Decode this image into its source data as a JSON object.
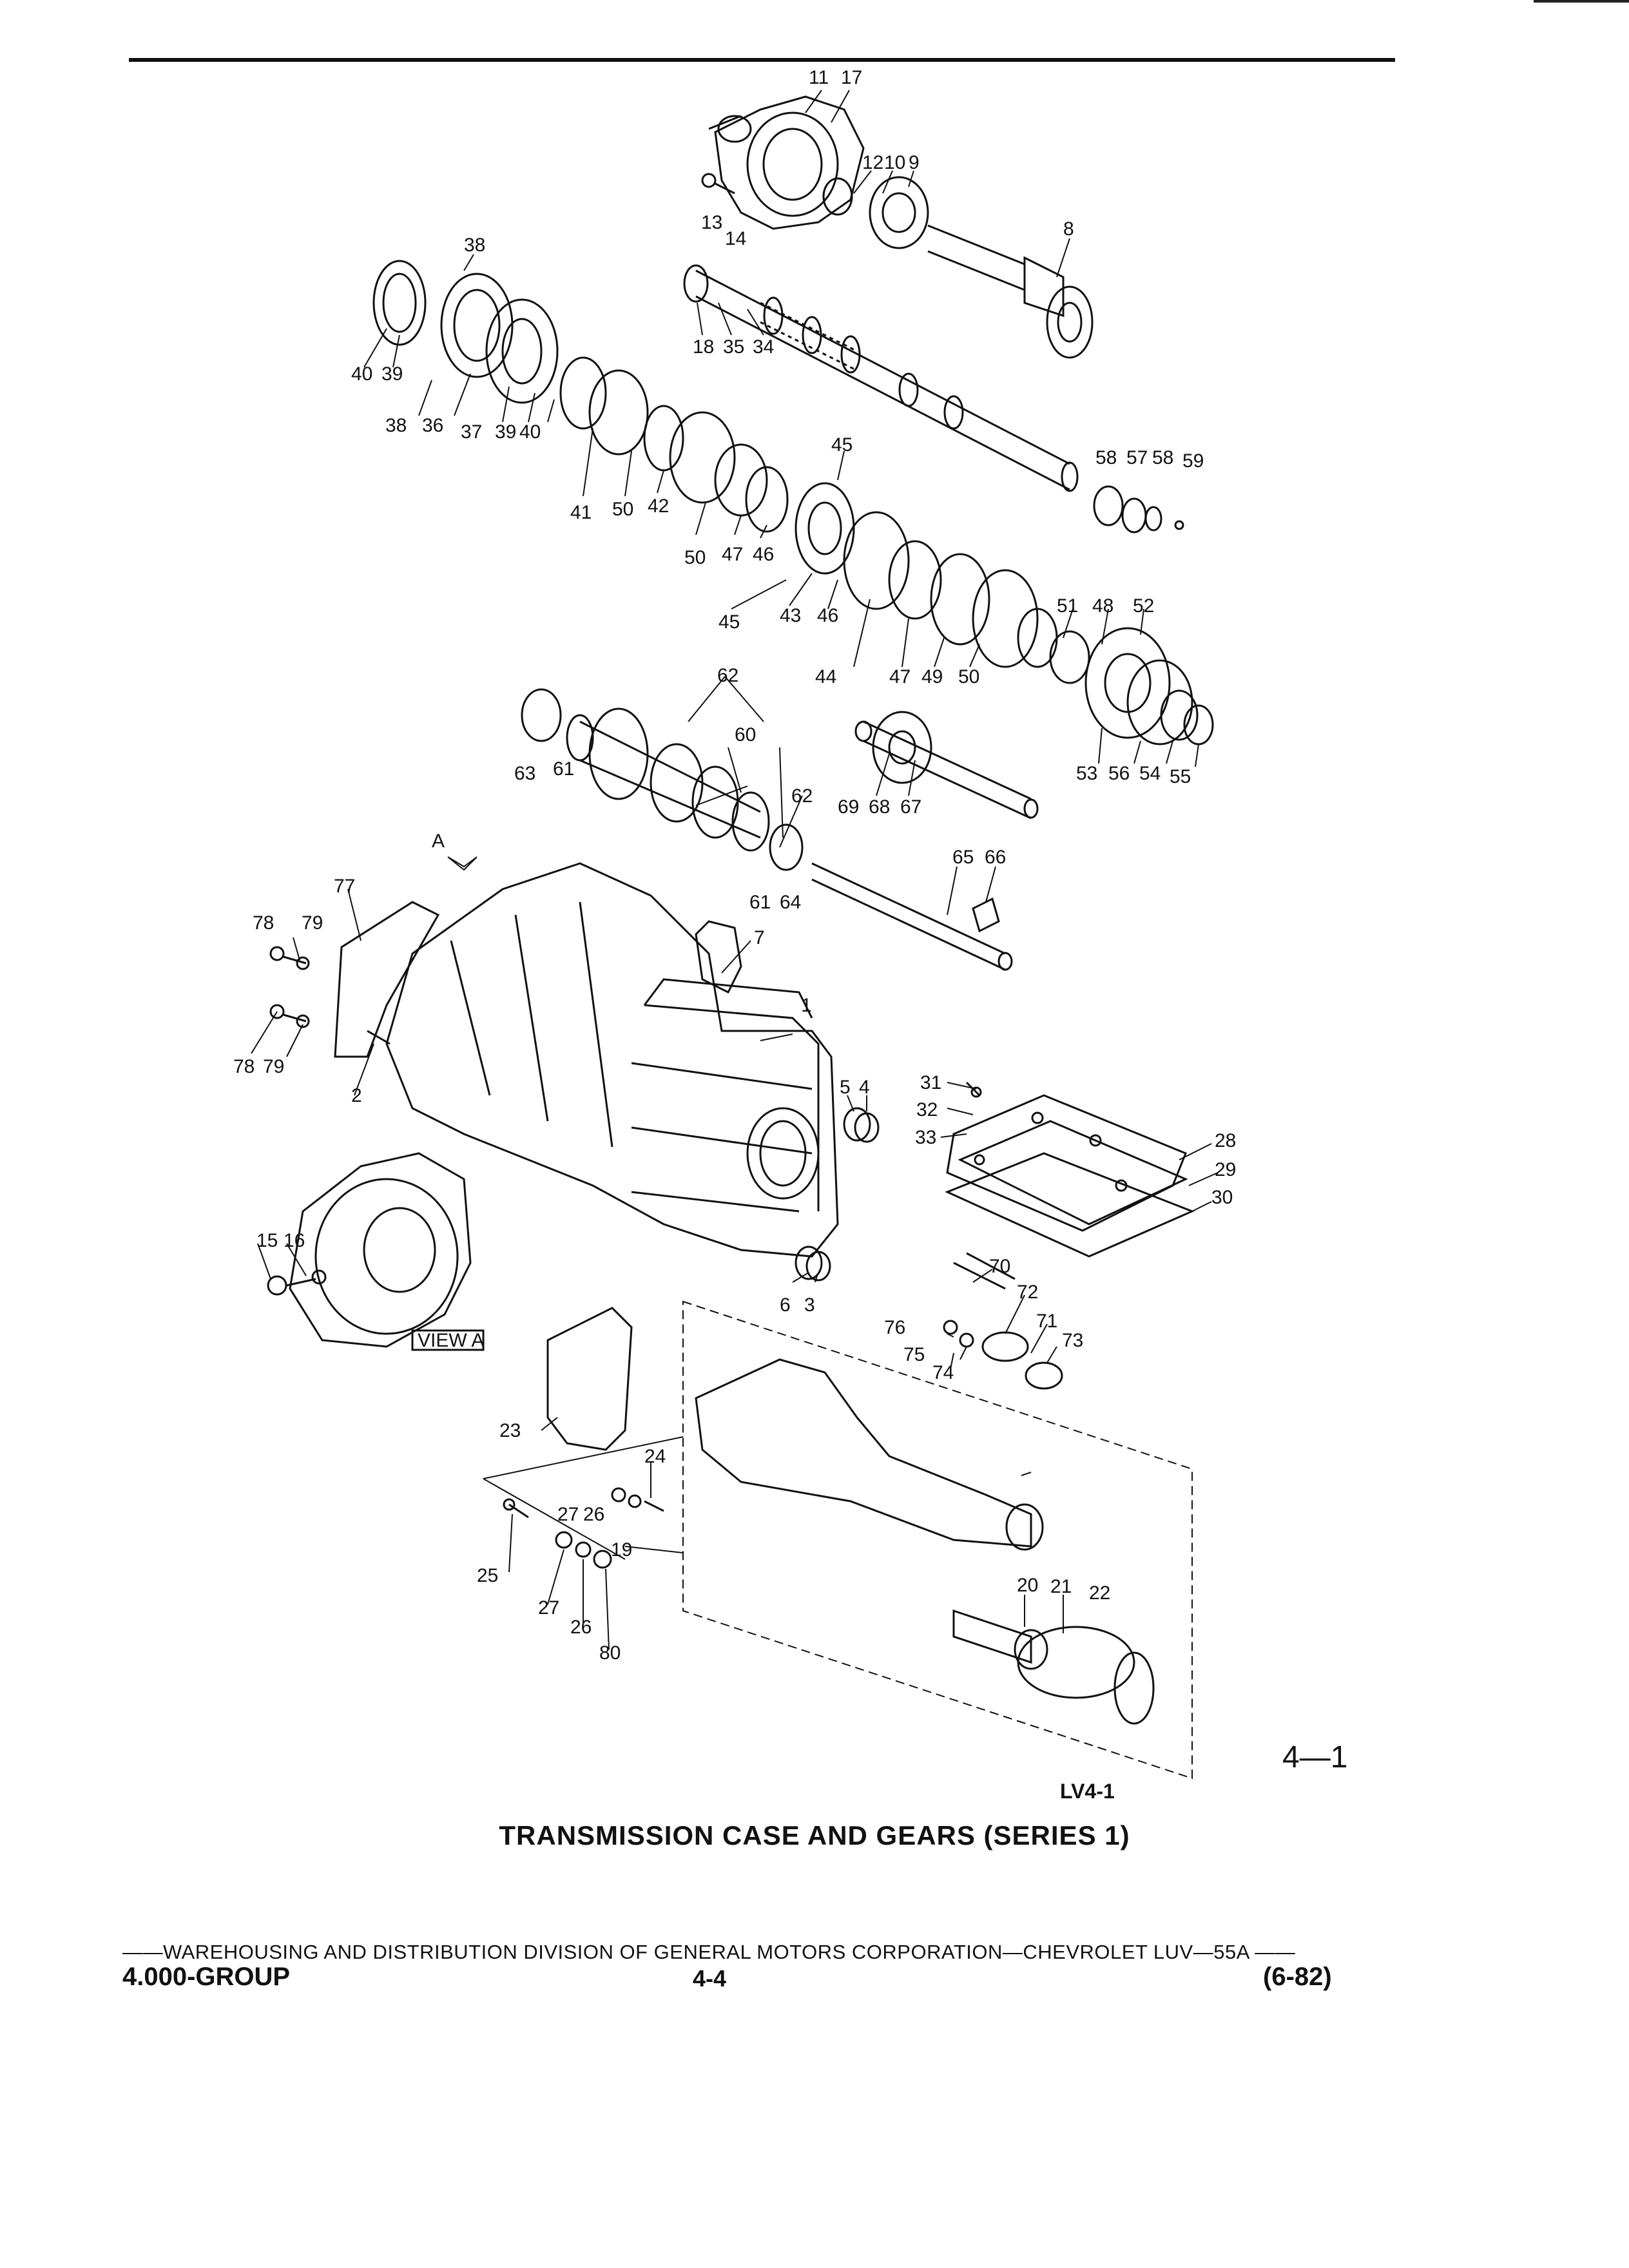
{
  "figure": {
    "number": "4—1",
    "code": "LV4-1",
    "caption": "TRANSMISSION CASE AND GEARS (SERIES 1)",
    "view_label": "VIEW A",
    "view_arrow_label": "A"
  },
  "callouts": [
    "1",
    "2",
    "3",
    "4",
    "5",
    "6",
    "7",
    "8",
    "9",
    "10",
    "11",
    "12",
    "13",
    "14",
    "15",
    "16",
    "17",
    "18",
    "19",
    "20",
    "21",
    "22",
    "23",
    "24",
    "25",
    "26",
    "27",
    "28",
    "29",
    "30",
    "31",
    "32",
    "33",
    "34",
    "35",
    "36",
    "37",
    "38",
    "39",
    "40",
    "41",
    "42",
    "43",
    "44",
    "45",
    "46",
    "47",
    "48",
    "49",
    "50",
    "51",
    "52",
    "53",
    "54",
    "55",
    "56",
    "57",
    "58",
    "59",
    "60",
    "61",
    "62",
    "63",
    "64",
    "65",
    "66",
    "67",
    "68",
    "69",
    "70",
    "71",
    "72",
    "73",
    "74",
    "75",
    "76",
    "77",
    "78",
    "79",
    "80"
  ],
  "footer": {
    "division_line": "——WAREHOUSING AND DISTRIBUTION  DIVISION OF GENERAL MOTORS CORPORATION—CHEVROLET LUV—55A  ——",
    "group": "4.000-GROUP",
    "page": "4-4",
    "date": "(6-82)"
  }
}
